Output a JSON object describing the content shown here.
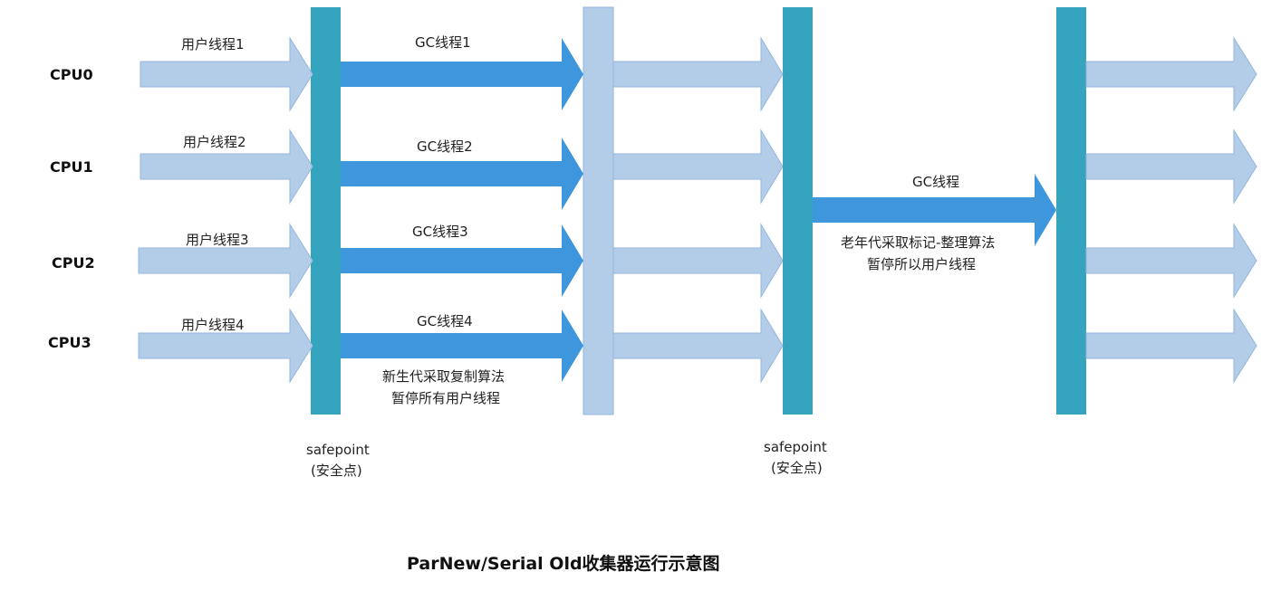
{
  "cpus": {
    "cpu0": "CPU0",
    "cpu1": "CPU1",
    "cpu2": "CPU2",
    "cpu3": "CPU3"
  },
  "user_threads": {
    "t1": "用户线程1",
    "t2": "用户线程2",
    "t3": "用户线程3",
    "t4": "用户线程4"
  },
  "gc_threads": {
    "g1": "GC线程1",
    "g2": "GC线程2",
    "g3": "GC线程3",
    "g4": "GC线程4",
    "serial": "GC线程"
  },
  "notes": {
    "young_line1": "新生代采取复制算法",
    "young_line2": "暂停所有用户线程",
    "old_line1": "老年代采取标记-整理算法",
    "old_line2": "暂停所以用户线程"
  },
  "safepoints": {
    "first_line1": "safepoint",
    "first_line2": "(安全点)",
    "second_line1": "safepoint",
    "second_line2": "(安全点)"
  },
  "caption": "ParNew/Serial Old收集器运行示意图",
  "colors": {
    "user_arrow": "#b3cde9",
    "user_arrow_stroke": "#93b5de",
    "gc_arrow": "#3e97dc",
    "safepoint_bar": "#35a4bf",
    "light_bar": "#b3cde9",
    "text": "#222222"
  }
}
